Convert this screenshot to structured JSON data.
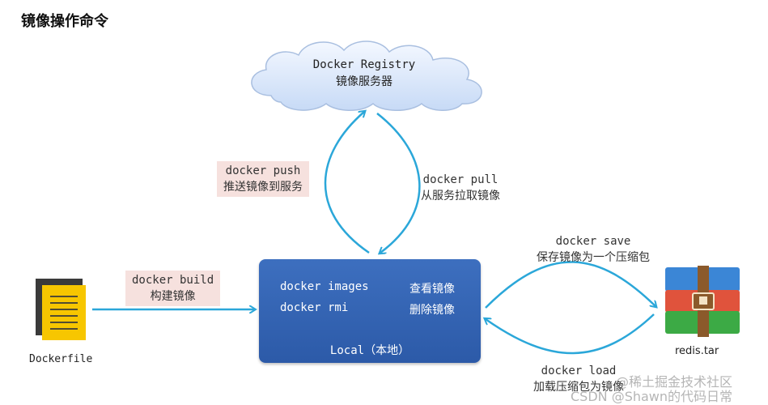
{
  "title": "镜像操作命令",
  "registry": {
    "name": "Docker Registry",
    "desc": "镜像服务器"
  },
  "push": {
    "command": "docker push",
    "desc": "推送镜像到服务"
  },
  "pull": {
    "command": "docker pull",
    "desc": "从服务拉取镜像"
  },
  "build": {
    "command": "docker build",
    "desc": "构建镜像"
  },
  "local": {
    "commands": [
      {
        "command": "docker images",
        "desc": "查看镜像"
      },
      {
        "command": "docker rmi",
        "desc": "删除镜像"
      }
    ],
    "label": "Local（本地）"
  },
  "save": {
    "command": "docker save",
    "desc": "保存镜像为一个压缩包"
  },
  "load": {
    "command": "docker load",
    "desc": "加载压缩包为镜像"
  },
  "dockerfile": {
    "label": "Dockerfile"
  },
  "archive": {
    "label": "redis.tar"
  },
  "watermark": {
    "line1": "@稀土掘金技术社区",
    "line2": "CSDN @Shawn的代码日常"
  },
  "colors": {
    "arrow": "#2ba7d9",
    "local_box": "#3464b0",
    "label_bg": "#f6e1de",
    "dockerfile_yellow": "#f7c600"
  }
}
